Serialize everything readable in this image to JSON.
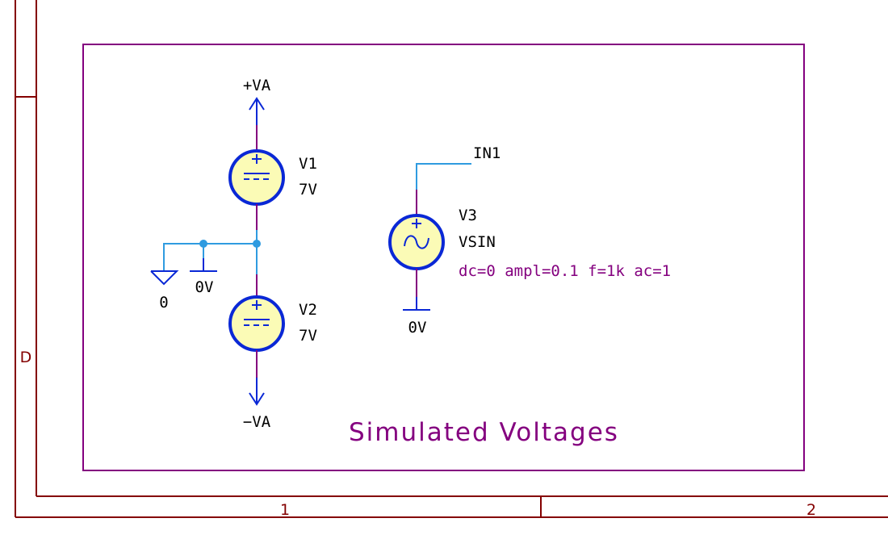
{
  "colors": {
    "frame": "#840000",
    "sheet_border": "#84007f",
    "wire": "#2f9be0",
    "pin": "#84007f",
    "symbol_outline": "#0a28d6",
    "symbol_fill": "#fbfbb6",
    "power_symbol": "#0a28d6"
  },
  "frame": {
    "column_labels": [
      "1",
      "2"
    ],
    "row_labels": [
      "D"
    ]
  },
  "components": [
    {
      "ref": "V1",
      "value": "7V",
      "type": "dc-source"
    },
    {
      "ref": "V2",
      "value": "7V",
      "type": "dc-source"
    },
    {
      "ref": "V3",
      "value": "VSIN",
      "type": "sine-source",
      "params": "dc=0 ampl=0.1 f=1k ac=1"
    }
  ],
  "power_labels": {
    "pos": "+VA",
    "neg": "−VA",
    "ground0": "0",
    "zero_volt_1": "0V",
    "zero_volt_2": "0V"
  },
  "net_labels": {
    "in1": "IN1"
  },
  "sheet": {
    "title": "Simulated Voltages"
  }
}
